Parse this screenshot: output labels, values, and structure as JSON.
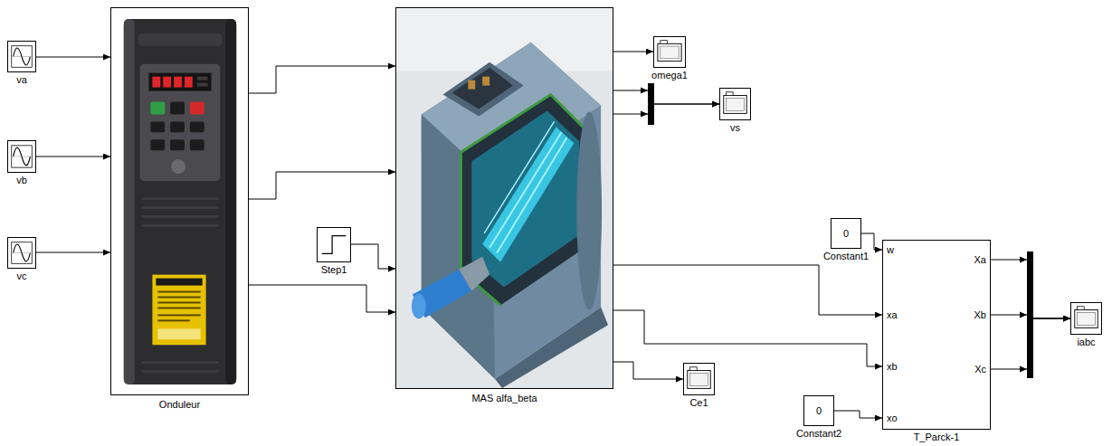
{
  "diagram": {
    "nodes": [
      {
        "text": [
          "va"
        ]
      },
      {
        "text": [
          "vb"
        ]
      },
      {
        "text": [
          "vc"
        ]
      },
      {
        "text": [
          "Onduleur"
        ]
      },
      {
        "text": [
          "Step1"
        ]
      },
      {
        "text": [
          "MAS alfa_beta"
        ]
      },
      {
        "text": [
          "omega1"
        ]
      },
      {
        "text": [
          "vs"
        ]
      },
      {
        "text": [
          "Ce1"
        ]
      },
      {
        "text": [
          "0",
          "Constant1"
        ]
      },
      {
        "text": [
          "0",
          "Constant2"
        ]
      },
      {
        "text": [
          "w",
          "xa",
          "xb",
          "xo",
          "Xa",
          "Xb",
          "Xc",
          "T_Parck-1"
        ]
      },
      {
        "text": [
          "iabc"
        ]
      }
    ],
    "edges": [
      {
        "from": 0,
        "to": 3,
        "arrow": "to"
      },
      {
        "from": 1,
        "to": 3,
        "arrow": "to"
      },
      {
        "from": 2,
        "to": 3,
        "arrow": "to"
      },
      {
        "from": 3,
        "to": 5,
        "arrow": "to"
      },
      {
        "from": 3,
        "to": 5,
        "arrow": "to"
      },
      {
        "from": 3,
        "to": 5,
        "arrow": "to"
      },
      {
        "from": 4,
        "to": 5,
        "arrow": "to"
      },
      {
        "from": 5,
        "to": 6,
        "arrow": "to"
      },
      {
        "from": 5,
        "to": 7,
        "arrow": "to"
      },
      {
        "from": 5,
        "to": 7,
        "arrow": "to"
      },
      {
        "from": 5,
        "to": 11,
        "arrow": "to"
      },
      {
        "from": 5,
        "to": 11,
        "arrow": "to"
      },
      {
        "from": 5,
        "to": 8,
        "arrow": "to"
      },
      {
        "from": 9,
        "to": 11,
        "arrow": "to"
      },
      {
        "from": 10,
        "to": 11,
        "arrow": "to"
      },
      {
        "from": 11,
        "to": 12,
        "arrow": "to"
      },
      {
        "from": 11,
        "to": 12,
        "arrow": "to"
      },
      {
        "from": 11,
        "to": 12,
        "arrow": "to"
      }
    ]
  }
}
